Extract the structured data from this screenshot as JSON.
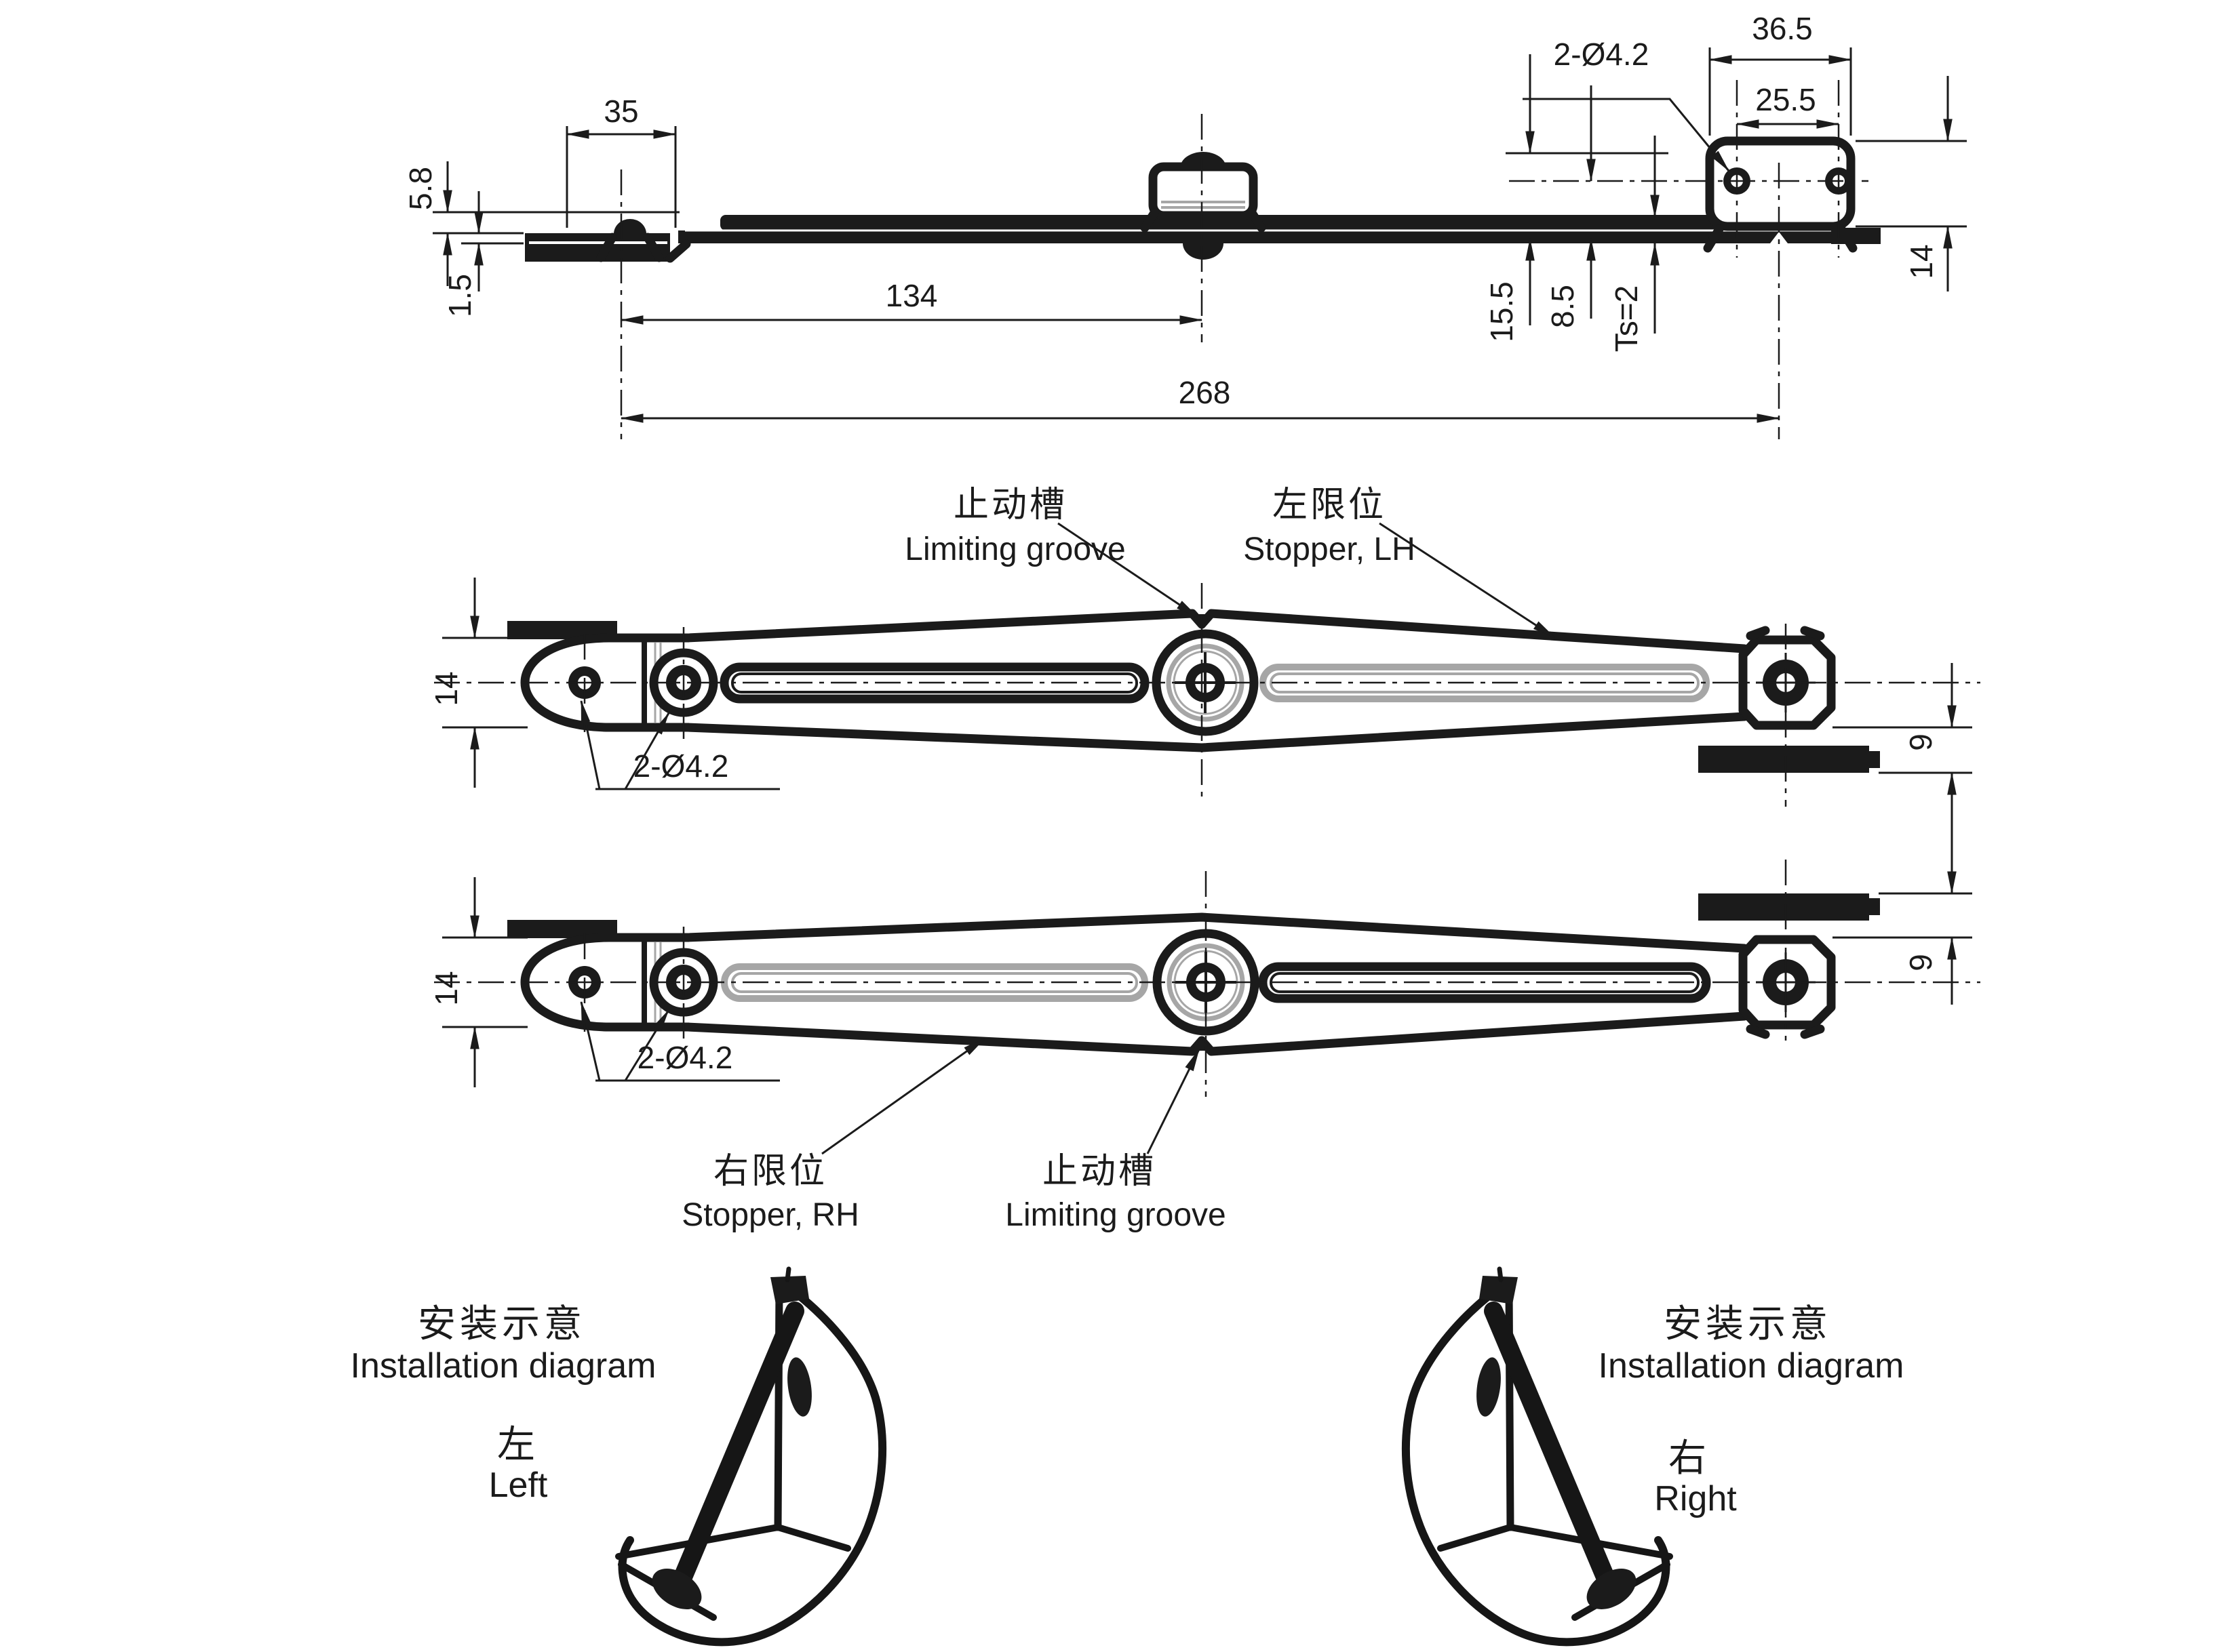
{
  "colors": {
    "ink": "#1b1b1b",
    "gray": "#a6a6a6"
  },
  "top_view": {
    "dims": {
      "w35": "35",
      "h58": "5.8",
      "h15": "1.5",
      "w134": "134",
      "w268": "268",
      "h155": "15.5",
      "h85": "8.5",
      "ts": "Ts=2",
      "holes": "2-Ø4.2",
      "w365": "36.5",
      "w255": "25.5",
      "h14": "14"
    }
  },
  "lh_view": {
    "dims": {
      "h14": "14",
      "holes": "2-Ø4.2",
      "h9": "9"
    },
    "labels": {
      "groove_cn": "止动槽",
      "groove_en": "Limiting groove",
      "stopper_cn": "左限位",
      "stopper_en": "Stopper, LH"
    }
  },
  "rh_view": {
    "dims": {
      "h14": "14",
      "holes": "2-Ø4.2",
      "h9": "9"
    },
    "labels": {
      "stopper_cn": "右限位",
      "stopper_en": "Stopper, RH",
      "groove_cn": "止动槽",
      "groove_en": "Limiting groove"
    }
  },
  "install_left": {
    "title_cn": "安装示意",
    "title_en": "Installation diagram",
    "side_cn": "左",
    "side_en": "Left"
  },
  "install_right": {
    "title_cn": "安装示意",
    "title_en": "Installation diagram",
    "side_cn": "右",
    "side_en": "Right"
  }
}
